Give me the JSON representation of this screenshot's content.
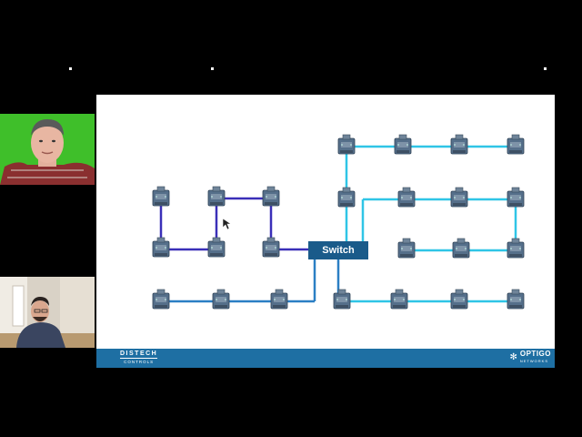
{
  "switch": {
    "label": "Switch"
  },
  "footer": {
    "left_logo": {
      "main": "DISTECH",
      "sub": "CONTROLS"
    },
    "right_logo": {
      "main": "OPTIGO",
      "sub": "NETWORKS"
    }
  },
  "colors": {
    "dark_link": "#3a2fb8",
    "mid_link": "#2b7fc4",
    "light_link": "#2fc5e6",
    "footer": "#1e6fa3",
    "switch": "#1a5b8a"
  },
  "icons": {
    "device": "controller-device-icon",
    "cursor": "mouse-cursor-icon",
    "snowflake": "snowflake-icon"
  }
}
